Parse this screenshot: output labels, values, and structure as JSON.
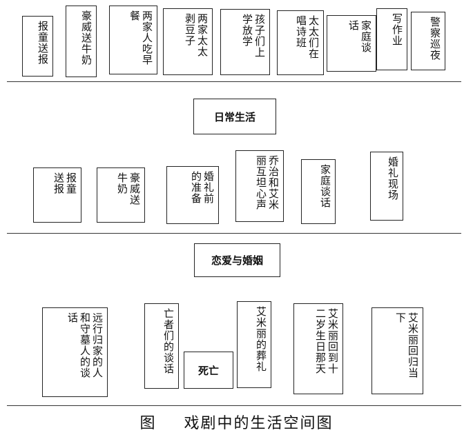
{
  "row1": [
    "报童送报",
    "豪威送牛奶",
    "两家人吃早\n餐",
    "两家太太\n剥豆子",
    "孩子们上\n学放学",
    "太太们在\n唱诗班",
    "家庭谈\n话",
    "写作业",
    "警察巡夜"
  ],
  "section1": "日常生活",
  "row2": [
    "报童\n送报",
    "豪威送\n牛奶",
    "婚礼前\n的准备",
    "乔治和艾米\n丽互坦心声",
    "家庭谈话",
    "婚礼现场"
  ],
  "section2": "恋爱与婚姻",
  "row3": [
    "远行归家的人\n和守墓人的谈\n话",
    "亡者们的谈话",
    "死亡",
    "艾米丽的葬礼",
    "艾米丽回到十\n二岁生日那天",
    "艾米丽回归当\n下"
  ],
  "caption": {
    "label": "图",
    "title": "戏剧中的生活空间图"
  }
}
